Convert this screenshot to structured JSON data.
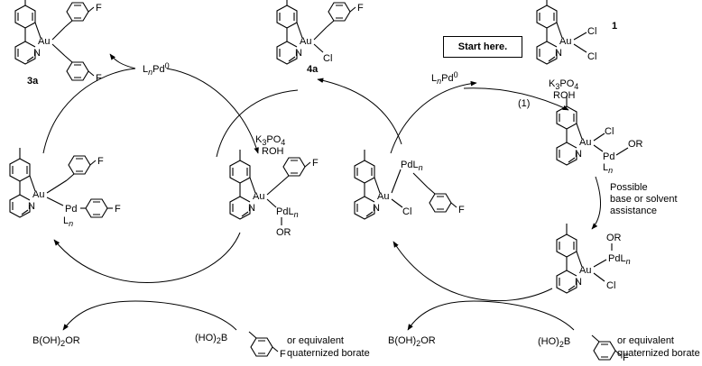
{
  "labels": {
    "compound_3a": "3a",
    "compound_4a": "4a",
    "compound_1": "1",
    "start_here": "Start here.",
    "step_1": "(1)",
    "possible_assistance": [
      "Possible",
      "base or solvent",
      "assistance"
    ],
    "or_equivalent": [
      "or equivalent",
      "quaternized borate"
    ]
  },
  "atoms": {
    "au": "Au",
    "n": "N",
    "f": "F",
    "cl": "Cl",
    "pd": "Pd",
    "or": "OR",
    "l": "L",
    "n_sub": "n",
    "zero_sup": "0"
  },
  "reagents": {
    "k3po4": "K",
    "k3po4_sub": "3",
    "k3po4_tail": "PO",
    "k3po4_sub2": "4",
    "roh": "ROH",
    "boronic_acid_prefix": "(HO)",
    "boronic_acid_sub": "2",
    "boronic_acid_b": "B",
    "borate_byproduct": "B(OH)",
    "borate_byproduct_sub": "2",
    "borate_byproduct_tail": "OR"
  }
}
